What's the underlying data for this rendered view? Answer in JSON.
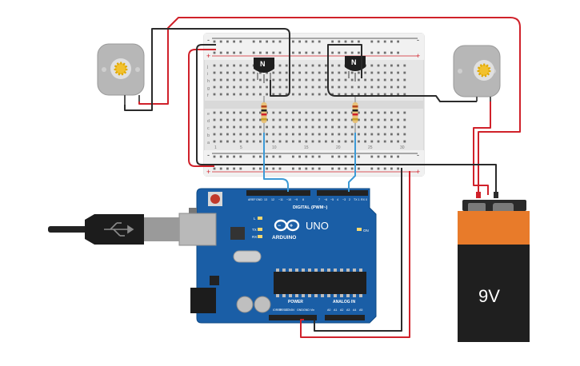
{
  "breadboard": {
    "rail_plus": "+",
    "rail_minus": "-",
    "row_letters_top": [
      "j",
      "i",
      "h",
      "g",
      "f"
    ],
    "row_letters_bottom": [
      "e",
      "d",
      "c",
      "b",
      "a"
    ],
    "column_numbers": [
      "1",
      "5",
      "10",
      "15",
      "20",
      "25",
      "30"
    ]
  },
  "transistors": [
    {
      "label": "N"
    },
    {
      "label": "N"
    }
  ],
  "arduino": {
    "brand": "ARDUINO",
    "model": "UNO",
    "digital_label": "DIGITAL (PWM~)",
    "analog_label": "ANALOG IN",
    "power_label": "POWER",
    "on_label": "ON",
    "led_labels": [
      "L",
      "TX",
      "RX"
    ],
    "power_pins": [
      "IOREF",
      "RESET",
      "3.3V",
      "5V",
      "GND",
      "GND",
      "Vin"
    ],
    "analog_pins": [
      "A0",
      "A1",
      "A2",
      "A3",
      "A4",
      "A5"
    ],
    "digital_pins_left": [
      "AREF",
      "GND",
      "13",
      "12",
      "~11",
      "~10",
      "~9",
      "8"
    ],
    "digital_pins_right": [
      "7",
      "~6",
      "~5",
      "4",
      "~3",
      "2",
      "TX 1",
      "RX 0"
    ]
  },
  "battery": {
    "label": "9V"
  },
  "colors": {
    "wire_red": "#d0212a",
    "wire_black": "#2b2b2b",
    "wire_blue": "#3c9ad6",
    "board_blue": "#1a5ea6",
    "breadboard": "#e8e8e8",
    "battery_orange": "#e87b2a"
  }
}
